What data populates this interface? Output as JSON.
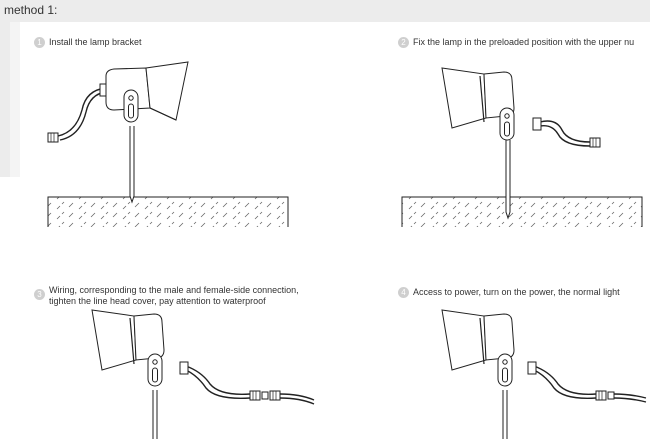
{
  "header": {
    "title": "method 1:"
  },
  "steps": [
    {
      "num": "1",
      "text": "Install the lamp bracket"
    },
    {
      "num": "2",
      "text": "Fix the lamp in the preloaded position with the upper nu"
    },
    {
      "num": "3",
      "line1": "Wiring, corresponding to the male and female-side connection,",
      "line2": "tighten the line head cover, pay attention to waterproof"
    },
    {
      "num": "4",
      "text": "Access to power, turn on the power, the normal light"
    }
  ]
}
